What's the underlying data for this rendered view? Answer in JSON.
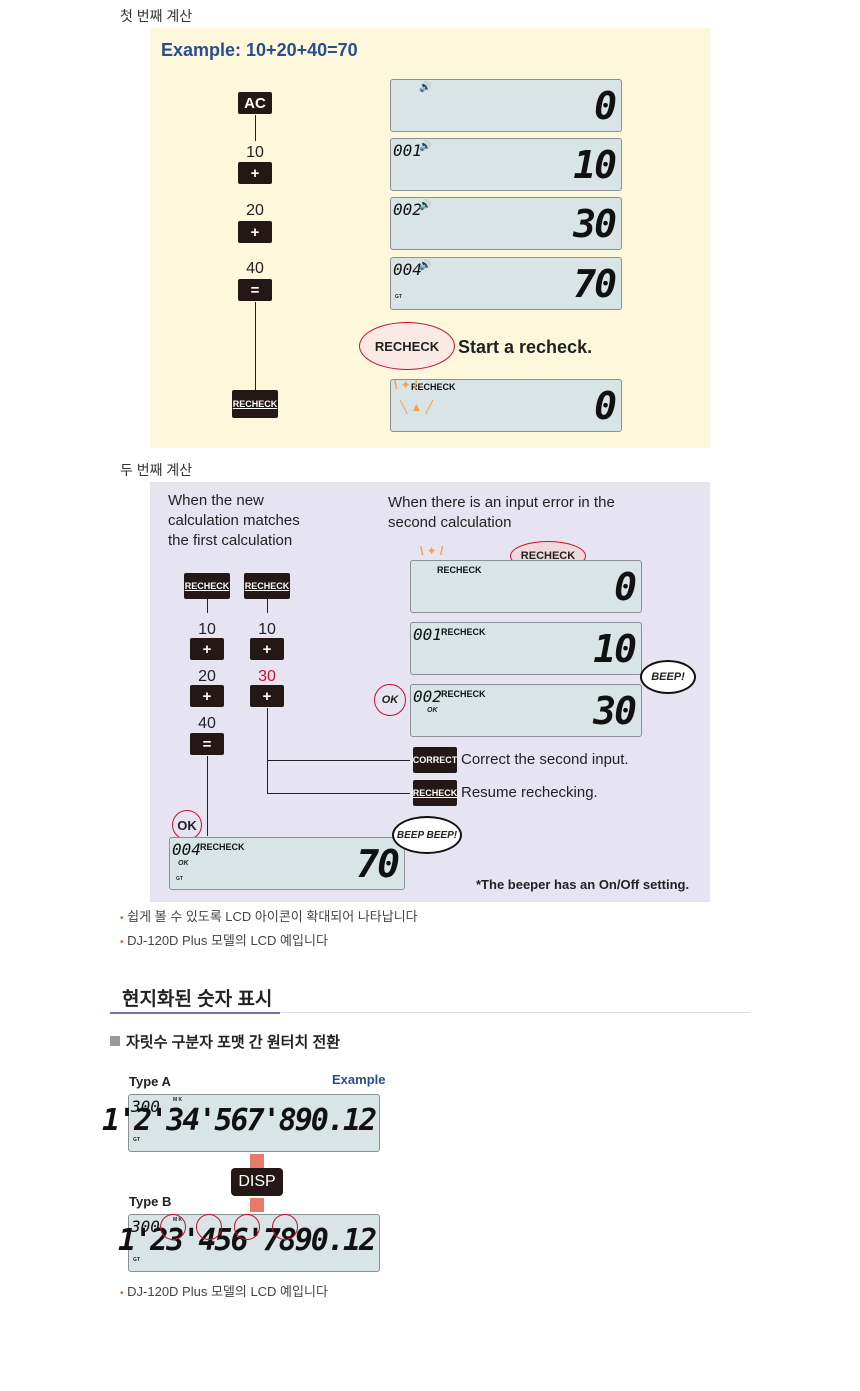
{
  "captions": {
    "first_calc": "첫 번째 계산",
    "second_calc": "두 번째 계산"
  },
  "panel1": {
    "title": "Example: 10+20+40=70",
    "keys": {
      "ac": "AC",
      "plus": "+",
      "equals": "=",
      "recheck": "RECHECK"
    },
    "inputs": [
      "10",
      "20",
      "40"
    ],
    "displays": [
      {
        "counter": "",
        "value": "0"
      },
      {
        "counter": "001",
        "value": "10"
      },
      {
        "counter": "002",
        "value": "30"
      },
      {
        "counter": "004",
        "value": "70",
        "gt": "GT"
      },
      {
        "counter": "",
        "value": "0"
      }
    ],
    "recheck_label": "RECHECK",
    "start_recheck": "Start a recheck."
  },
  "panel2": {
    "left_heading": "When  the  new calculation matches the first calculation",
    "right_heading": "When there is an input error in the second calculation",
    "keys": {
      "recheck": "RECHECK",
      "plus": "+",
      "equals": "=",
      "correct": "CORRECT"
    },
    "left_inputs": [
      "10",
      "20",
      "40"
    ],
    "right_inputs": [
      "10",
      "30"
    ],
    "displays": [
      {
        "counter": "",
        "value": "0"
      },
      {
        "counter": "001",
        "value": "10"
      },
      {
        "counter": "002",
        "value": "30",
        "ok": "OK"
      },
      {
        "counter": "004",
        "value": "70",
        "ok": "OK",
        "gt": "GT"
      }
    ],
    "recheck_label": "RECHECK",
    "beep": "BEEP!",
    "beep_beep": "BEEP BEEP!",
    "ok": "OK",
    "correct_text": "Correct the second input.",
    "resume_text": "Resume rechecking.",
    "beeper_note": "*The beeper has an On/Off setting."
  },
  "notes1": [
    "쉽게 볼 수 있도록 LCD 아이콘이 확대되어 나타납니다",
    "DJ-120D Plus 모델의 LCD 예입니다"
  ],
  "section": {
    "heading": "현지화된 숫자 표시",
    "subheading": "자릿수 구분자 포맷 간 원터치 전환"
  },
  "localized": {
    "type_a": "Type A",
    "type_b": "Type B",
    "example": "Example",
    "disp": "DISP",
    "counter": "300",
    "type_a_value": "1'2'34'567'890.12",
    "type_b_value": "1'23'456'7890.12",
    "gt": "GT",
    "mk": "M K"
  },
  "notes2": [
    "DJ-120D Plus 모델의 LCD 예입니다"
  ],
  "colors": {
    "panel1_bg": "#fdf8dc",
    "panel2_bg": "#e6e4f0",
    "title_blue": "#2a4d8f",
    "accent_red": "#c8102e",
    "lcd_bg": "#d8e4e6"
  }
}
